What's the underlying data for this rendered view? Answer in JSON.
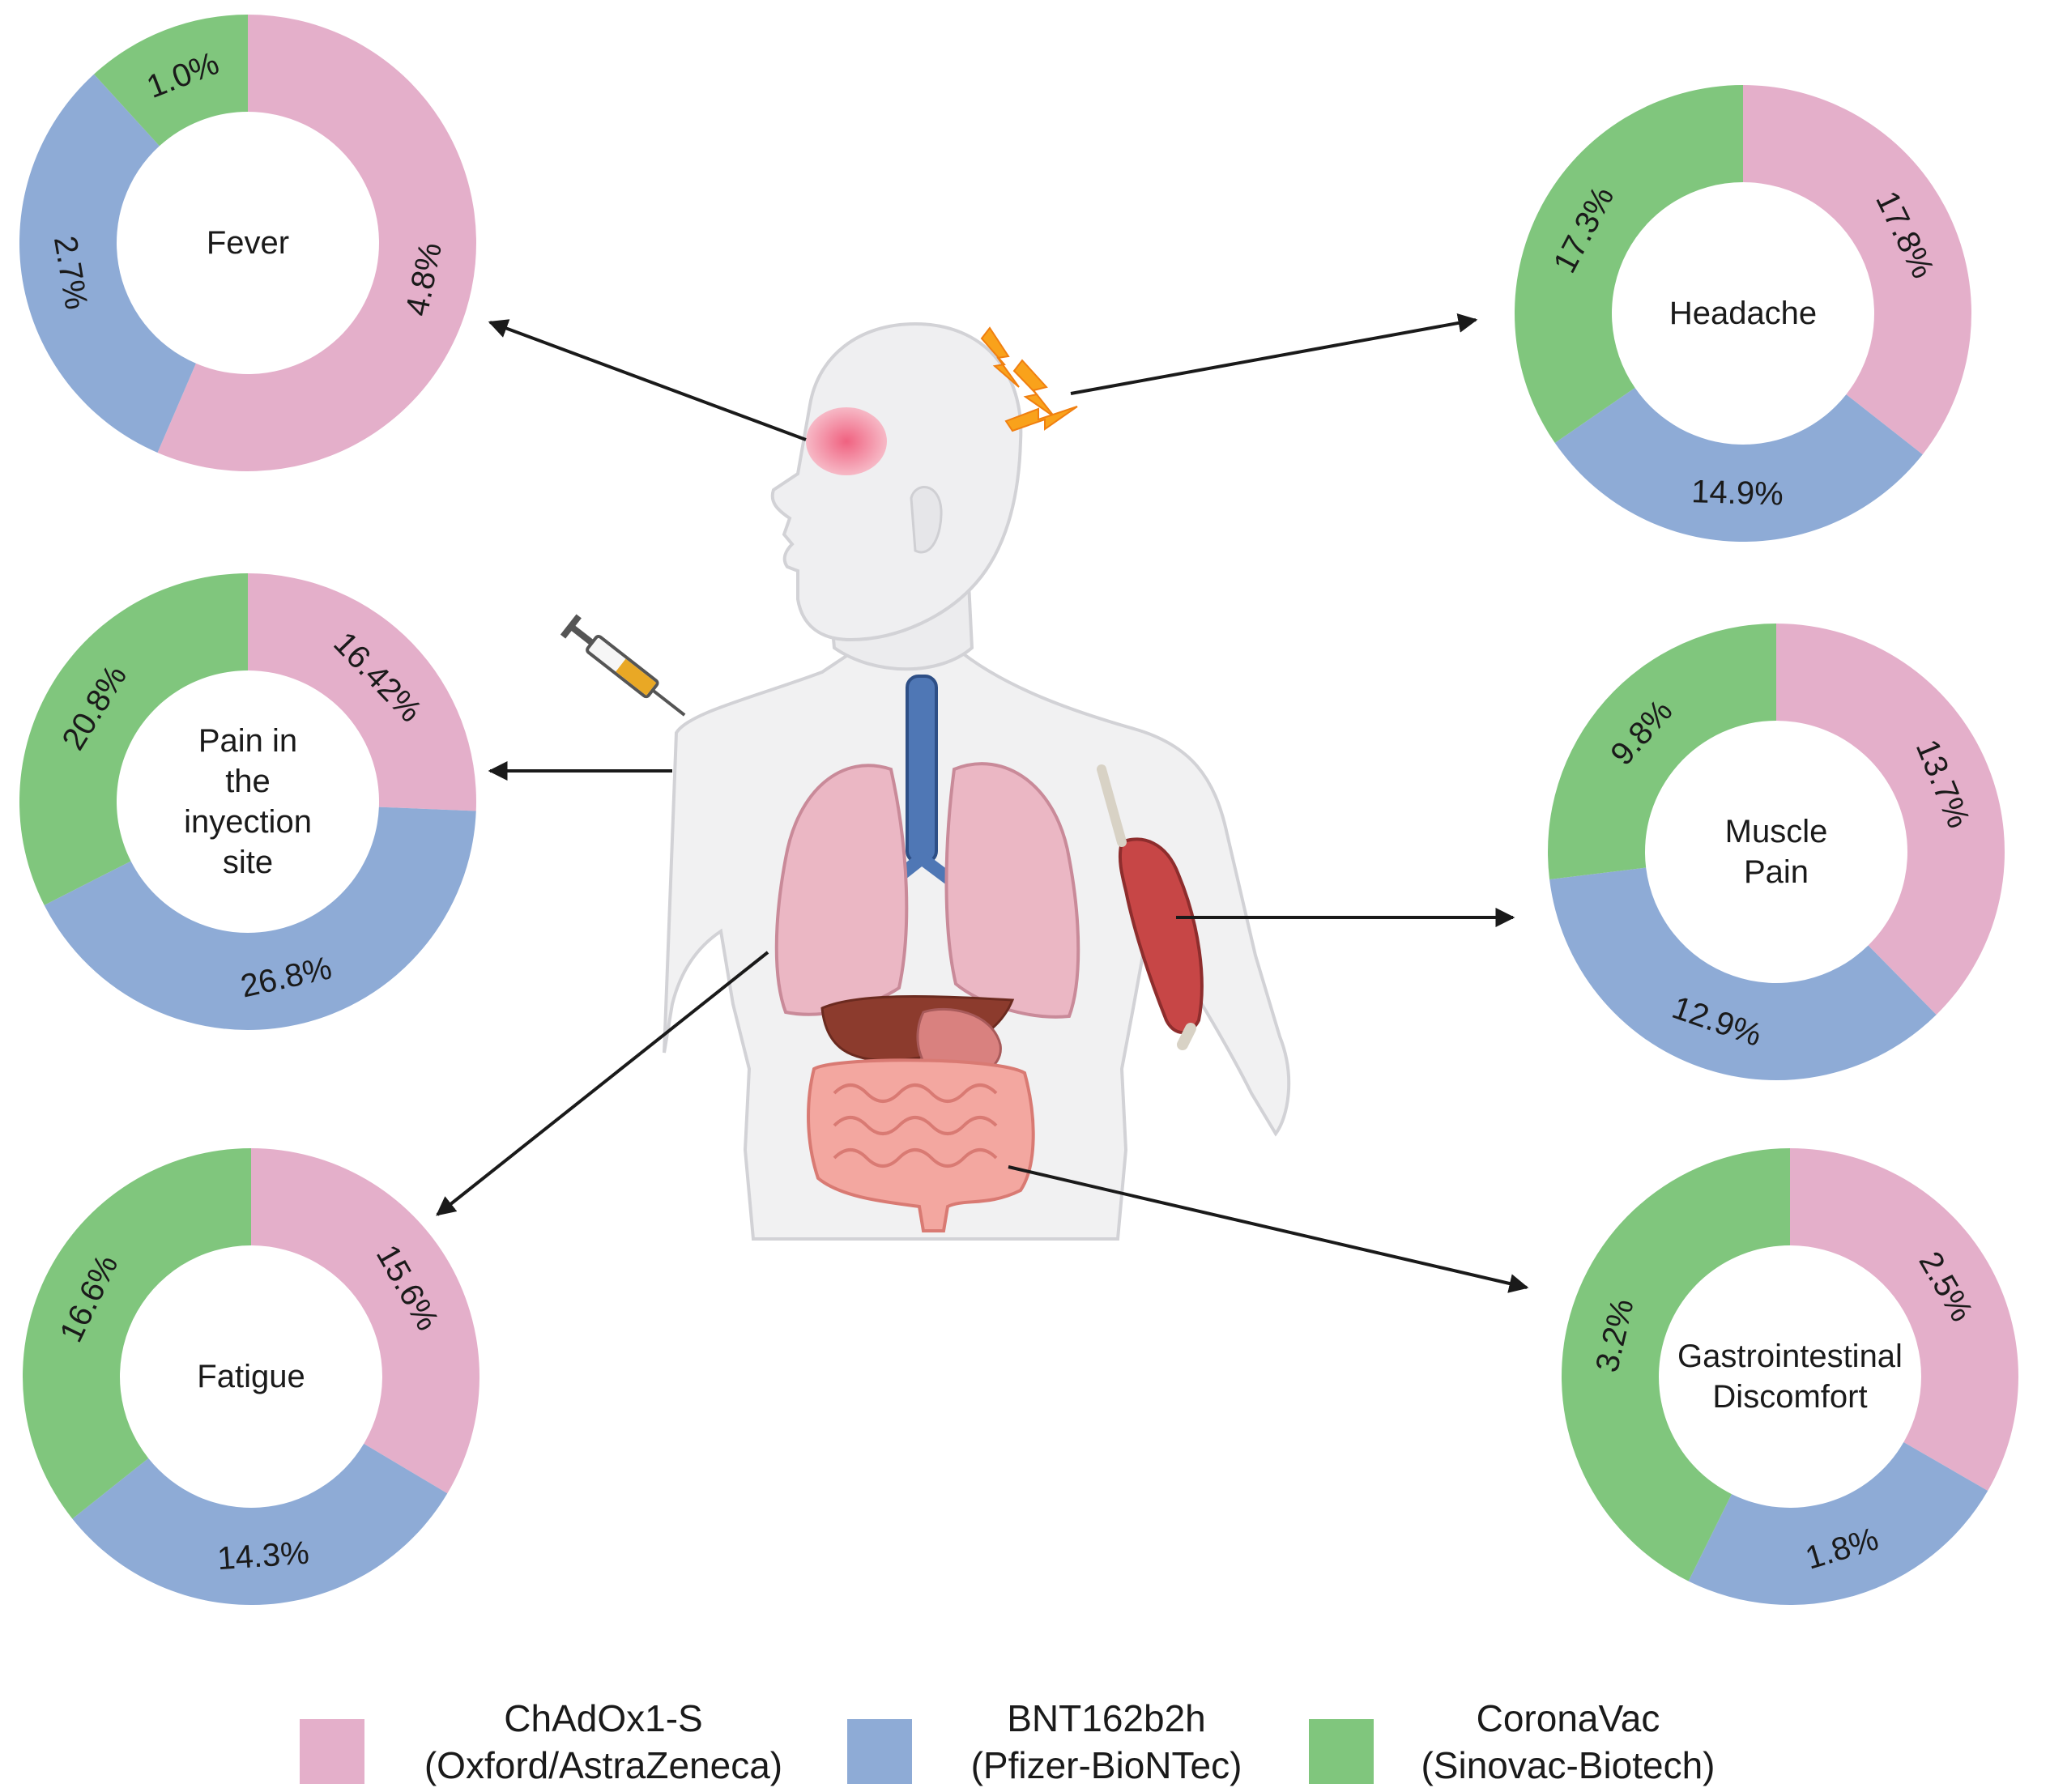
{
  "colors": {
    "chadox": "#e4afca",
    "bnt": "#8eabd6",
    "coronavac": "#80c67d",
    "arrow": "#1a1a1a",
    "body_fill": "#f1f1f2",
    "body_stroke": "#c9c9cc"
  },
  "chart_data": [
    {
      "type": "pie",
      "subtype": "donut",
      "title": "Fever",
      "series": [
        {
          "name": "ChAdOx1-S",
          "value": 4.8,
          "label": "4.8%"
        },
        {
          "name": "BNT162b2h",
          "value": 2.7,
          "label": "2.7%"
        },
        {
          "name": "CoronaVac",
          "value": 1.0,
          "label": "1.0%"
        }
      ]
    },
    {
      "type": "pie",
      "subtype": "donut",
      "title": "Headache",
      "series": [
        {
          "name": "ChAdOx1-S",
          "value": 17.8,
          "label": "17.8%"
        },
        {
          "name": "BNT162b2h",
          "value": 14.9,
          "label": "14.9%"
        },
        {
          "name": "CoronaVac",
          "value": 17.3,
          "label": "17.3%"
        }
      ]
    },
    {
      "type": "pie",
      "subtype": "donut",
      "title": "Pain in the inyection site",
      "title_lines": [
        "Pain in",
        "the",
        "inyection",
        "site"
      ],
      "series": [
        {
          "name": "ChAdOx1-S",
          "value": 16.42,
          "label": "16.42%"
        },
        {
          "name": "BNT162b2h",
          "value": 26.8,
          "label": "26.8%"
        },
        {
          "name": "CoronaVac",
          "value": 20.8,
          "label": "20.8%"
        }
      ]
    },
    {
      "type": "pie",
      "subtype": "donut",
      "title": "Muscle Pain",
      "title_lines": [
        "Muscle",
        "Pain"
      ],
      "series": [
        {
          "name": "ChAdOx1-S",
          "value": 13.7,
          "label": "13.7%"
        },
        {
          "name": "BNT162b2h",
          "value": 12.9,
          "label": "12.9%"
        },
        {
          "name": "CoronaVac",
          "value": 9.8,
          "label": "9.8%"
        }
      ]
    },
    {
      "type": "pie",
      "subtype": "donut",
      "title": "Fatigue",
      "series": [
        {
          "name": "ChAdOx1-S",
          "value": 15.6,
          "label": "15.6%"
        },
        {
          "name": "BNT162b2h",
          "value": 14.3,
          "label": "14.3%"
        },
        {
          "name": "CoronaVac",
          "value": 16.6,
          "label": "16.6%"
        }
      ]
    },
    {
      "type": "pie",
      "subtype": "donut",
      "title": "Gastrointestinal Discomfort",
      "title_lines": [
        "Gastrointestinal",
        "Discomfort"
      ],
      "series": [
        {
          "name": "ChAdOx1-S",
          "value": 2.5,
          "label": "2.5%"
        },
        {
          "name": "BNT162b2h",
          "value": 1.8,
          "label": "1.8%"
        },
        {
          "name": "CoronaVac",
          "value": 3.2,
          "label": "3.2%"
        }
      ]
    }
  ],
  "legend": [
    {
      "key": "chadox",
      "line1": "ChAdOx1-S",
      "line2": "(Oxford/AstraZeneca)"
    },
    {
      "key": "bnt",
      "line1": "BNT162b2h",
      "line2": "(Pfizer-BioNTec)"
    },
    {
      "key": "coronavac",
      "line1": "CoronaVac",
      "line2": "(Sinovac-Biotech)"
    }
  ],
  "legend_position": "bottom"
}
